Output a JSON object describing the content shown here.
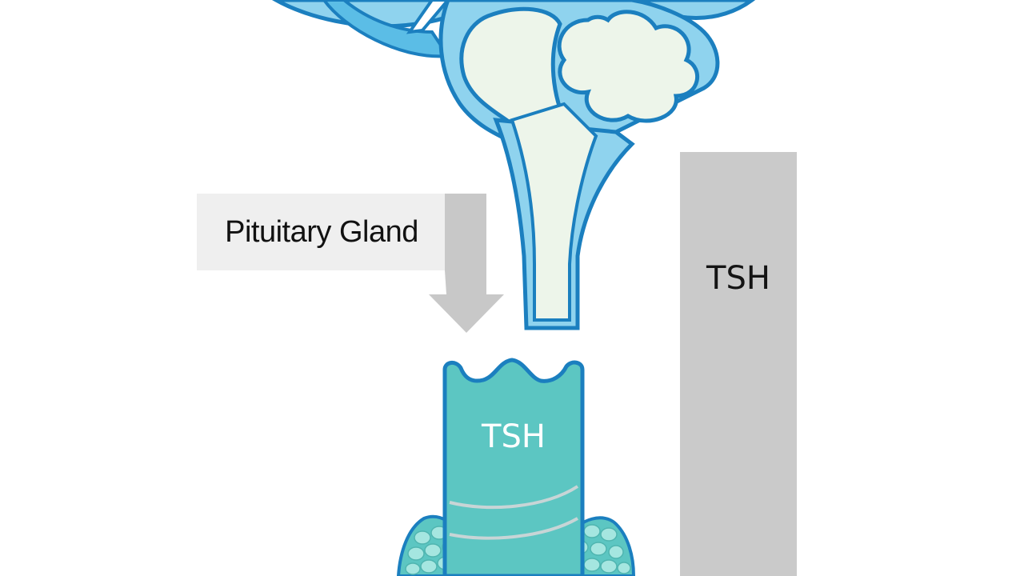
{
  "labels": {
    "pituitary": "Pituitary Gland",
    "tsh_bar": "TSH",
    "tsh_gland": "TSH"
  },
  "colors": {
    "outline": "#1b7fbf",
    "brain_light": "#8fd3ee",
    "brain_pale": "#edf5ea",
    "thyroid_teal": "#5cc6c2",
    "thyroid_light": "#a5e6e0",
    "bar_gray": "#cacaca",
    "label_bg": "#efefef",
    "arrow_gray": "#c8c8c8"
  }
}
